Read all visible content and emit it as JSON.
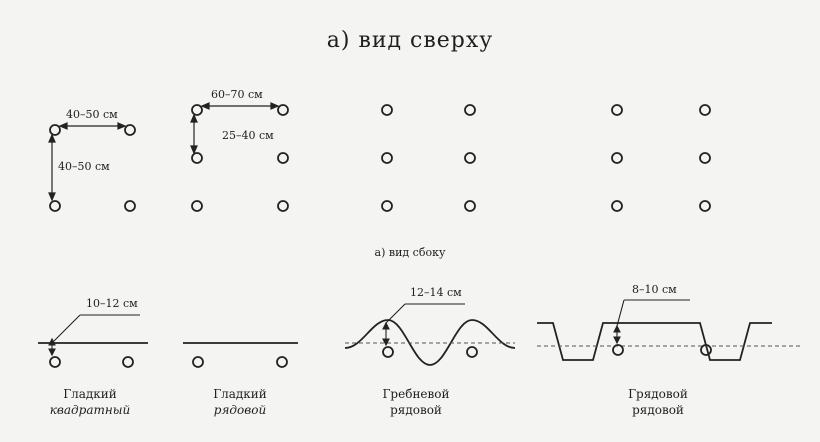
{
  "titles": {
    "top_view": "а) вид сверху",
    "side_view": "а) вид сбоку"
  },
  "dimensions": {
    "square_horizontal": "40–50 см",
    "square_vertical": "40–50 см",
    "row_horizontal": "60–70 см",
    "row_vertical": "25–40 см",
    "smooth_depth": "10–12 см",
    "ridge_height": "12–14 см",
    "bed_height": "8–10 см"
  },
  "captions": [
    {
      "line1": "Гладкий",
      "line2": "квадратный"
    },
    {
      "line1": "Гладкий",
      "line2": "рядовой"
    },
    {
      "line1": "Гребневой",
      "line2": "рядовой"
    },
    {
      "line1": "Грядовой",
      "line2": "рядовой"
    }
  ]
}
